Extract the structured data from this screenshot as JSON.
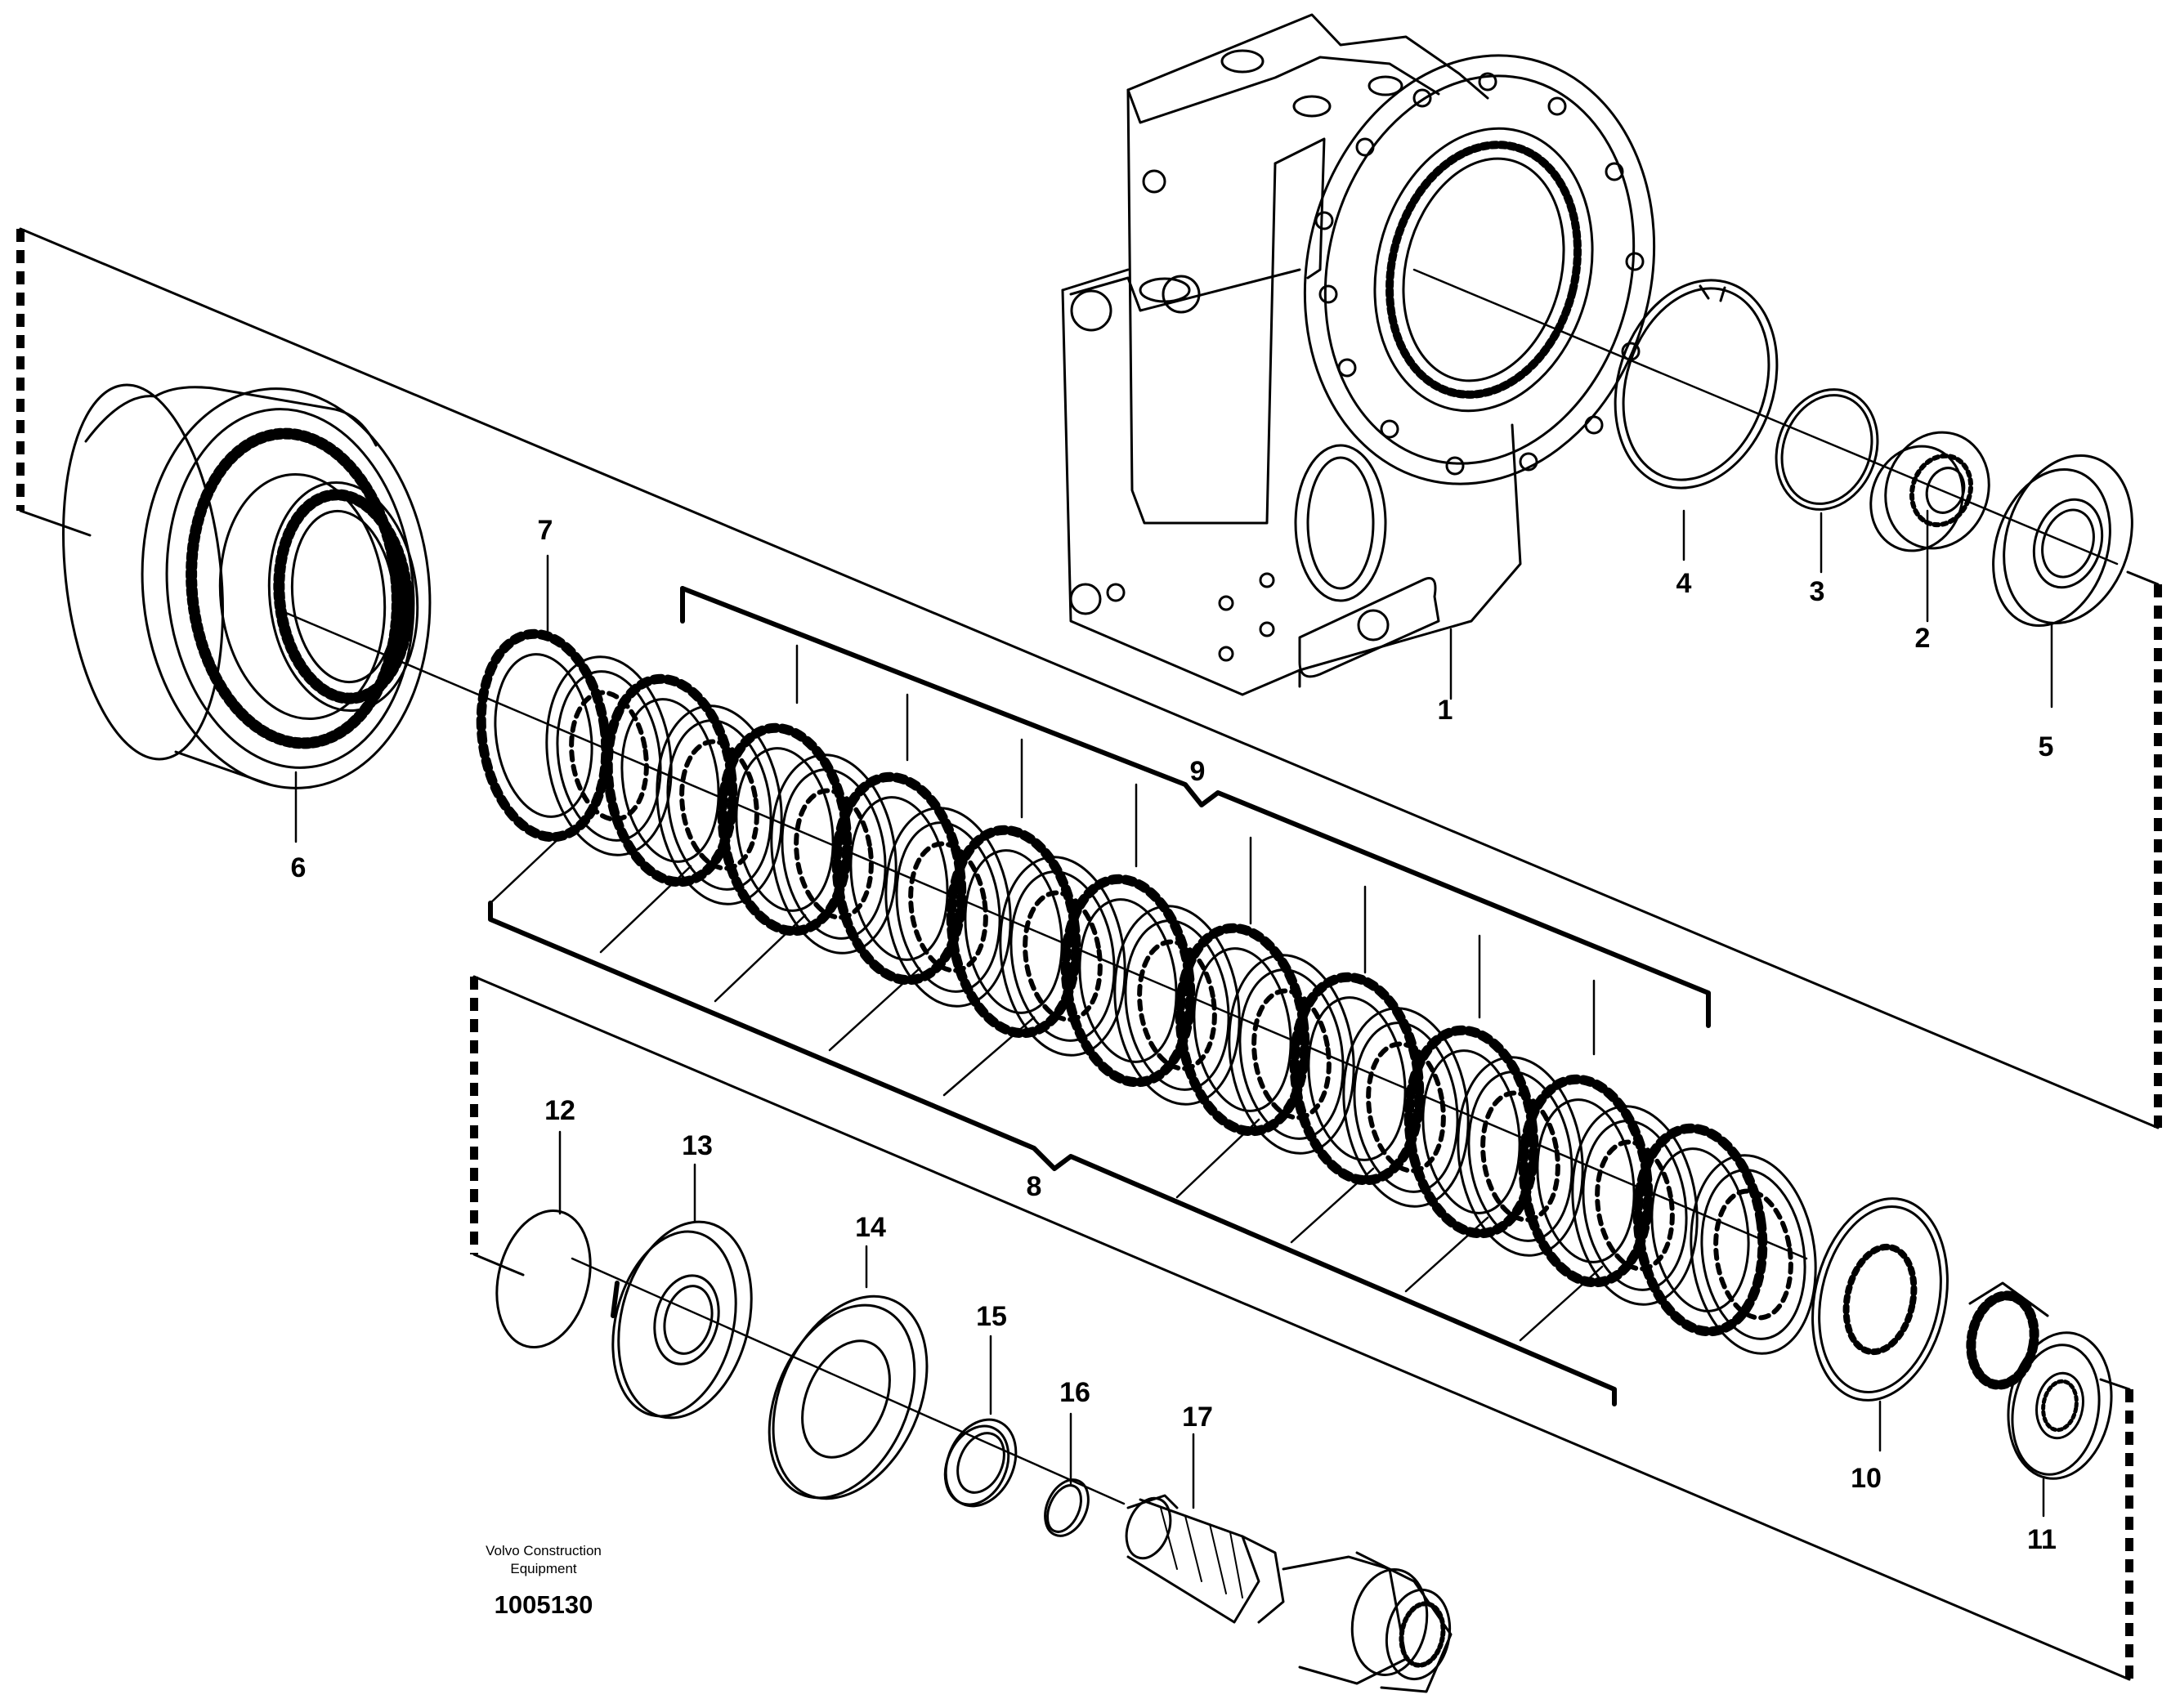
{
  "callouts": [
    "1",
    "2",
    "3",
    "4",
    "5",
    "6",
    "7",
    "8",
    "9",
    "10",
    "11",
    "12",
    "13",
    "14",
    "15",
    "16",
    "17"
  ],
  "credit": {
    "line1": "Volvo Construction",
    "line2": "Equipment",
    "drawing_number": "1005130"
  }
}
